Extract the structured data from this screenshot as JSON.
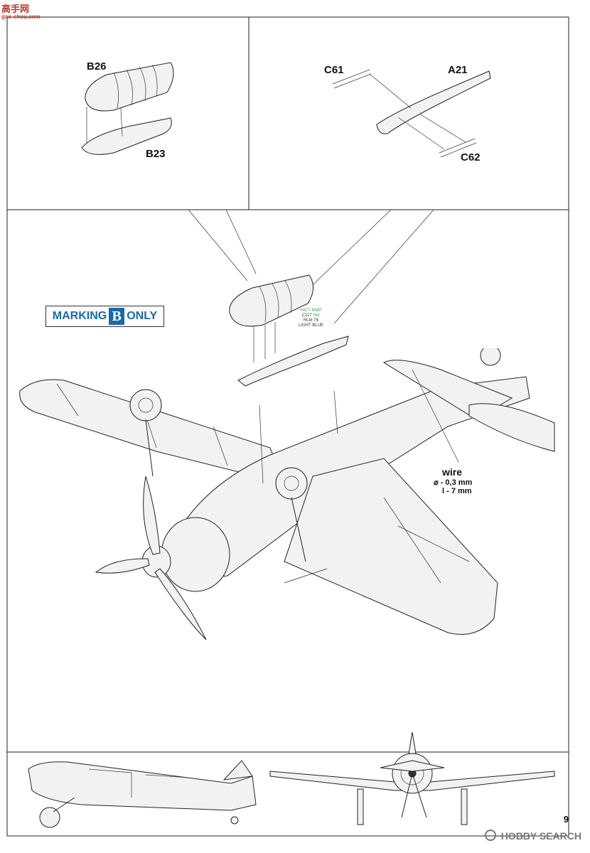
{
  "watermark_top": {
    "logo": "高手网",
    "url": "gao-shou.com"
  },
  "panels": {
    "top_left": {
      "labels": [
        "B26",
        "B23"
      ]
    },
    "top_right": {
      "labels": [
        "C61",
        "A21",
        "C62"
      ]
    }
  },
  "marking_badge": {
    "prefix": "MARKING",
    "letter": "B",
    "suffix": "ONLY"
  },
  "paint_callout": {
    "line1": "H477 MMP",
    "line2_a": "C117",
    "line2_b": "061",
    "line3": "RLM 76",
    "line4": "LIGHT BLUE"
  },
  "wire_note": {
    "title": "wire",
    "diameter": "- 0,3 mm",
    "length": "l - 7 mm",
    "diameter_symbol": "⌀"
  },
  "page_number": "9",
  "watermark_bottom": {
    "text": "HOBBY SEARCH"
  },
  "icons": [
    "drop-tank-icon",
    "rack-icon",
    "aircraft-iso-icon",
    "aircraft-side-icon",
    "aircraft-front-icon",
    "hobby-search-logo-icon"
  ]
}
